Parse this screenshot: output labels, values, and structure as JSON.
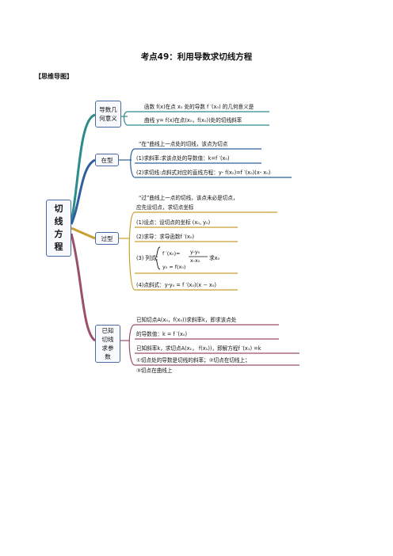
{
  "title": "考点49：利用导数求切线方程",
  "subhead": "【思维导图】",
  "root": [
    "切",
    "线",
    "方",
    "程"
  ],
  "branches": {
    "geo": {
      "label": [
        "导数几",
        "何意义"
      ],
      "lines": [
        "函数 f(x)在点 x₀ 处的导数 f ′(x₀) 的几何意义是",
        "曲线 y= f(x)在点(x₀，f(x₀))处的切线斜率"
      ]
    },
    "at": {
      "label": "在型",
      "lines": [
        "“在”曲线上一点处的切线，该点为切点",
        "(1)求斜率:求该点处的导数值：k=f ′(x₀)",
        "(2)求切线:点斜式对应的直线方程：y- f(x₀)=f ′(x₀)(x- x₀)"
      ]
    },
    "through": {
      "label": "过型",
      "lines": [
        "“过”曲线上一点的切线，该点未必是切点，",
        "应先设切点，求切点坐标",
        "(1)设点：设切点的坐标 (x₀, y₀)",
        "(2)求导：求导函数f ′(x₀)",
        "(3) 列式：",
        "f ′(x₀)=",
        "y-y₀",
        "x-x₀",
        "求x₀",
        "y₀ = f(x₀)",
        "(4)点斜式：y-y₀ = f ′(x₀)(x − x₀)"
      ]
    },
    "param": {
      "label": [
        "已知",
        "切线",
        "求参",
        "数"
      ],
      "lines": [
        "已知切点A(x₀，f(x₀))求斜率k，即求该点处",
        "的导数值：k = f ′(x₀)",
        "已知斜率k，求切点A(x₁， f(x₁))，即解方程f ′(x₁) =k",
        "①切点处的导数是切线的斜率；②切点在切线上；",
        "③切点在曲线上"
      ]
    }
  },
  "colors": {
    "geo": "#2e8b8b",
    "at": "#2f5f9e",
    "through": "#c8a032",
    "param": "#9b4f6e",
    "node_border": "#4a6aa5"
  }
}
